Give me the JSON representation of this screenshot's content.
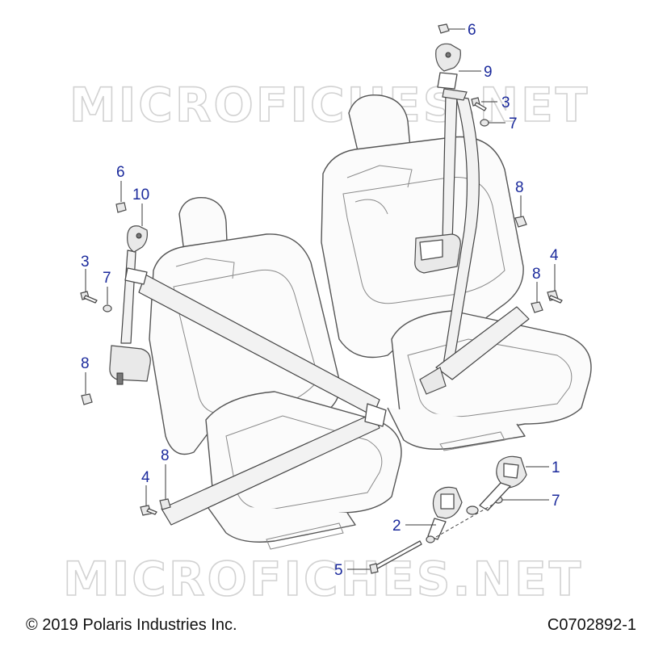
{
  "watermark": {
    "text_top": "MICROFICHES.NET",
    "text_bottom": "MICROFICHES.NET"
  },
  "callouts": [
    {
      "id": "c1",
      "label": "1"
    },
    {
      "id": "c2",
      "label": "2"
    },
    {
      "id": "c3a",
      "label": "3"
    },
    {
      "id": "c3b",
      "label": "3"
    },
    {
      "id": "c4a",
      "label": "4"
    },
    {
      "id": "c4b",
      "label": "4"
    },
    {
      "id": "c5",
      "label": "5"
    },
    {
      "id": "c6a",
      "label": "6"
    },
    {
      "id": "c6b",
      "label": "6"
    },
    {
      "id": "c7a",
      "label": "7"
    },
    {
      "id": "c7b",
      "label": "7"
    },
    {
      "id": "c7c",
      "label": "7"
    },
    {
      "id": "c8a",
      "label": "8"
    },
    {
      "id": "c8b",
      "label": "8"
    },
    {
      "id": "c8c",
      "label": "8"
    },
    {
      "id": "c8d",
      "label": "8"
    },
    {
      "id": "c9",
      "label": "9"
    },
    {
      "id": "c10",
      "label": "10"
    }
  ],
  "footer": {
    "copyright": "© 2019 Polaris Industries Inc.",
    "drawing_number": "C0702892-1"
  },
  "colors": {
    "callout": "#1b2a9c",
    "watermark": "#d2d2d2",
    "line": "#4a4a4a"
  }
}
